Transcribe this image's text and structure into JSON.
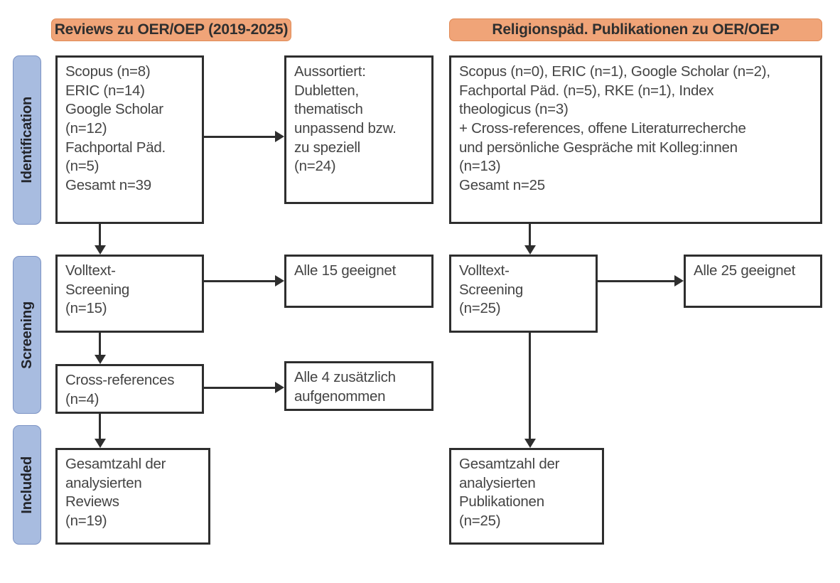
{
  "headers": {
    "left": "Reviews zu OER/OEP (2019-2025)",
    "right": "Religionspäd. Publikationen zu OER/OEP"
  },
  "stages": [
    {
      "key": "identification",
      "label": "Identification"
    },
    {
      "key": "screening",
      "label": "Screening"
    },
    {
      "key": "included",
      "label": "Included"
    }
  ],
  "left_column": {
    "sources": "Scopus (n=8)\nERIC (n=14)\nGoogle Scholar\n(n=12)\nFachportal Päd.\n(n=5)\nGesamt n=39",
    "excluded": "Aussortiert:\nDubletten,\nthematisch\nunpassend bzw.\nzu speziell\n(n=24)",
    "fulltext": "Volltext-\nScreening\n(n=15)",
    "fulltext_result": "Alle 15 geeignet",
    "crossrefs": "Cross-references\n(n=4)",
    "crossrefs_result": "Alle 4 zusätzlich\naufgenommen",
    "included": "Gesamtzahl der\nanalysierten\nReviews\n(n=19)"
  },
  "right_column": {
    "sources": "Scopus (n=0), ERIC (n=1), Google Scholar (n=2),\nFachportal Päd. (n=5), RKE (n=1), Index\ntheologicus (n=3)\n+ Cross-references, offene Literaturrecherche\nund persönliche Gespräche mit Kolleg:innen\n(n=13)\nGesamt n=25",
    "fulltext": "Volltext-\nScreening\n(n=25)",
    "fulltext_result": "Alle 25 geeignet",
    "included": "Gesamtzahl der\nanalysierten\nPublikationen\n(n=25)"
  },
  "colors": {
    "header_fill": "#F0A478",
    "stage_pill_fill": "#A8BCE0",
    "box_border": "#2E2E2E",
    "text": "#444444"
  }
}
